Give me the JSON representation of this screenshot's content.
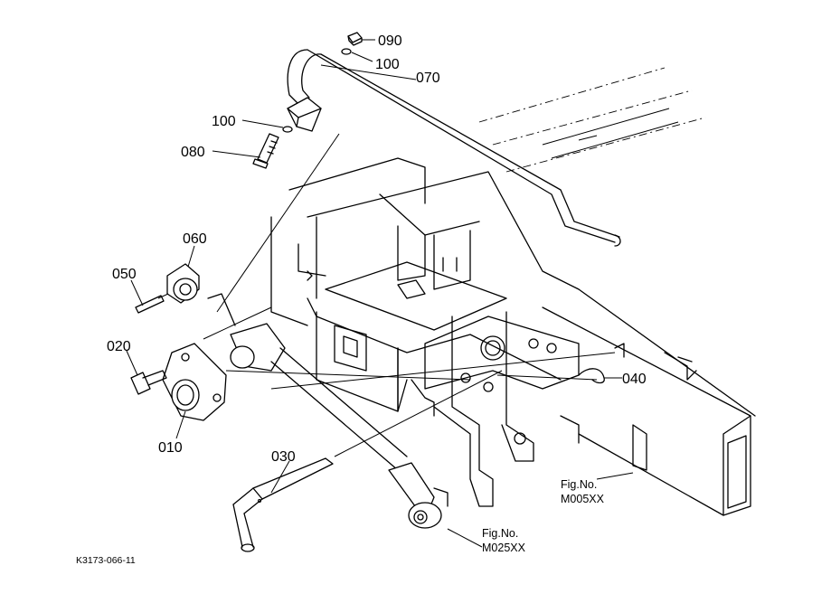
{
  "parts": [
    {
      "id": "p090",
      "number": "090"
    },
    {
      "id": "p100a",
      "number": "100"
    },
    {
      "id": "p070",
      "number": "070"
    },
    {
      "id": "p100b",
      "number": "100"
    },
    {
      "id": "p080",
      "number": "080"
    },
    {
      "id": "p060",
      "number": "060"
    },
    {
      "id": "p050",
      "number": "050"
    },
    {
      "id": "p020",
      "number": "020"
    },
    {
      "id": "p010",
      "number": "010"
    },
    {
      "id": "p030",
      "number": "030"
    },
    {
      "id": "p040",
      "number": "040"
    }
  ],
  "references": [
    {
      "caption": "Fig.No.",
      "figure": "M005XX"
    },
    {
      "caption": "Fig.No.",
      "figure": "M025XX"
    }
  ],
  "diagram_id": "K3173-066-11"
}
